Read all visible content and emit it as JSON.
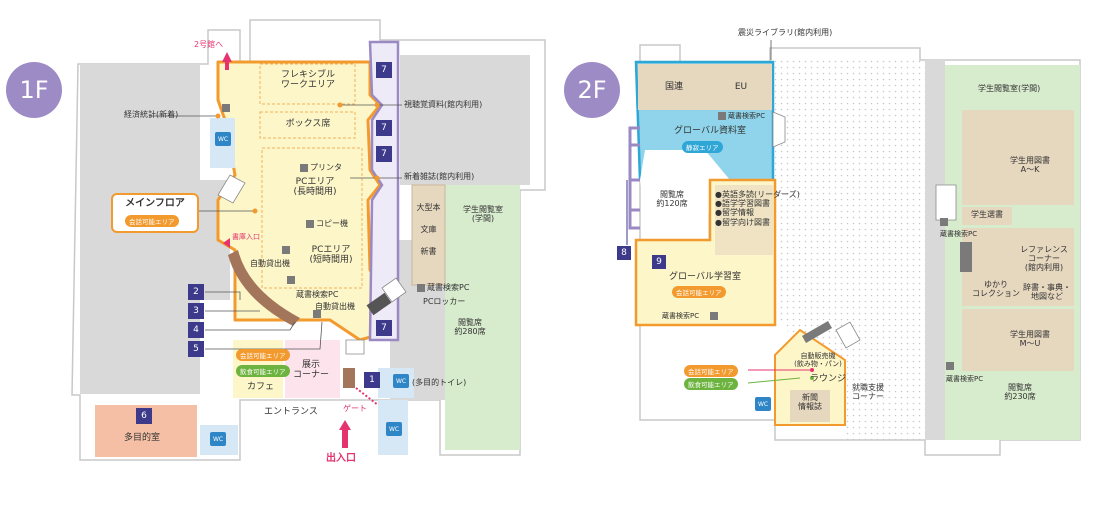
{
  "floor1": {
    "badge": "1F",
    "to_building2": "2号館へ",
    "flexible_work_area": [
      "フレキシブル",
      "ワークエリア"
    ],
    "box_seats": "ボックス席",
    "printer": "プリンタ",
    "pc_area_long": [
      "PCエリア",
      "(長時間用)"
    ],
    "copier": "コピー機",
    "self_checkout": "自動貸出機",
    "pc_area_short": [
      "PCエリア",
      "(短時間用)"
    ],
    "catalog_pc": "蔵書検索PC",
    "self_checkout_2": "自動貸出機",
    "economic_statistics": "経済統計(新着)",
    "main_floor": "メインフロア",
    "conversation_ok_area": "会話可能エリア",
    "stacks_entrance": "書庫入口",
    "av_materials": "視聴覚資料(館内利用)",
    "new_magazines": "新着雑誌(館内利用)",
    "oversize_books": "大型本",
    "bunko": "文庫",
    "shinsho": "新書",
    "student_reading_room_1f": [
      "学生閲覧室",
      "(学間)"
    ],
    "catalog_pc_2": "蔵書検索PC",
    "pc_locker": "PCロッカー",
    "reading_seats_280": [
      "閲覧席",
      "約280席"
    ],
    "cafe_tag_conversation": "会話可能エリア",
    "cafe_tag_food": "飲食可能エリア",
    "cafe": "カフェ",
    "exhibition_corner": [
      "展示",
      "コーナー"
    ],
    "multipurpose_toilet": "(多目的トイレ)",
    "gate": "ゲート",
    "entrance_hall": "エントランス",
    "main_entrance": "出入口",
    "multipurpose_room": "多目的室",
    "wc": "WC",
    "markers_left": [
      "2",
      "3",
      "4",
      "5"
    ],
    "marker_1": "1",
    "marker_6": "6",
    "marker_7": "7"
  },
  "floor2": {
    "badge": "2F",
    "disaster_library": "震災ライブラリ(館内利用)",
    "un": "国連",
    "eu": "EU",
    "catalog_pc": "蔵書検索PC",
    "global_materials_room": "グローバル資料室",
    "quiet_area": "静寂エリア",
    "reading_seats_120": [
      "閲覧席",
      "約120席"
    ],
    "list_items": [
      "●英語多読(リーダーズ)",
      "●語学学習図書",
      "●留学情報",
      "●留学向け図書"
    ],
    "marker_8": "8",
    "marker_9": "9",
    "global_learning_room": "グローバル学習室",
    "conversation_ok_area": "会話可能エリア",
    "catalog_pc_2": "蔵書検索PC",
    "vending_machines": [
      "自動販売機",
      "(飲み物・パン)"
    ],
    "lounge": "ラウンジ",
    "tag_conversation": "会話可能エリア",
    "tag_food": "飲食可能エリア",
    "newspapers": [
      "新聞",
      "情報誌"
    ],
    "career_support": [
      "就職支援",
      "コーナー"
    ],
    "student_reading_room": "学生閲覧室(学間)",
    "student_books_ak": [
      "学生用図書",
      "A〜K"
    ],
    "student_selection": "学生選書",
    "reference_corner": [
      "レファレンス",
      "コーナー",
      "(館内利用)"
    ],
    "yukari_collection": [
      "ゆかり",
      "コレクション"
    ],
    "dictionaries": [
      "辞書・事典・",
      "地図など"
    ],
    "catalog_pc_3": "蔵書検索PC",
    "student_books_mu": [
      "学生用図書",
      "M〜U"
    ],
    "catalog_pc_4": "蔵書検索PC",
    "reading_seats_230": [
      "閲覧席",
      "約230席"
    ],
    "wc": "WC"
  },
  "colors": {
    "orange": "#f29a2e",
    "purple": "#3d3a8c",
    "lilac": "#9b89c4",
    "badge": "#9d8bc6",
    "pink": "#e5336f",
    "green": "#6db33f",
    "cyan": "#8fd4ea",
    "yellow": "#fdf6c9",
    "gray": "#d9d9d9",
    "light_green": "#d7ebcd",
    "salmon": "#f4bfa4",
    "tan": "#e6d7bf",
    "wc_blue": "#2f86c7"
  }
}
